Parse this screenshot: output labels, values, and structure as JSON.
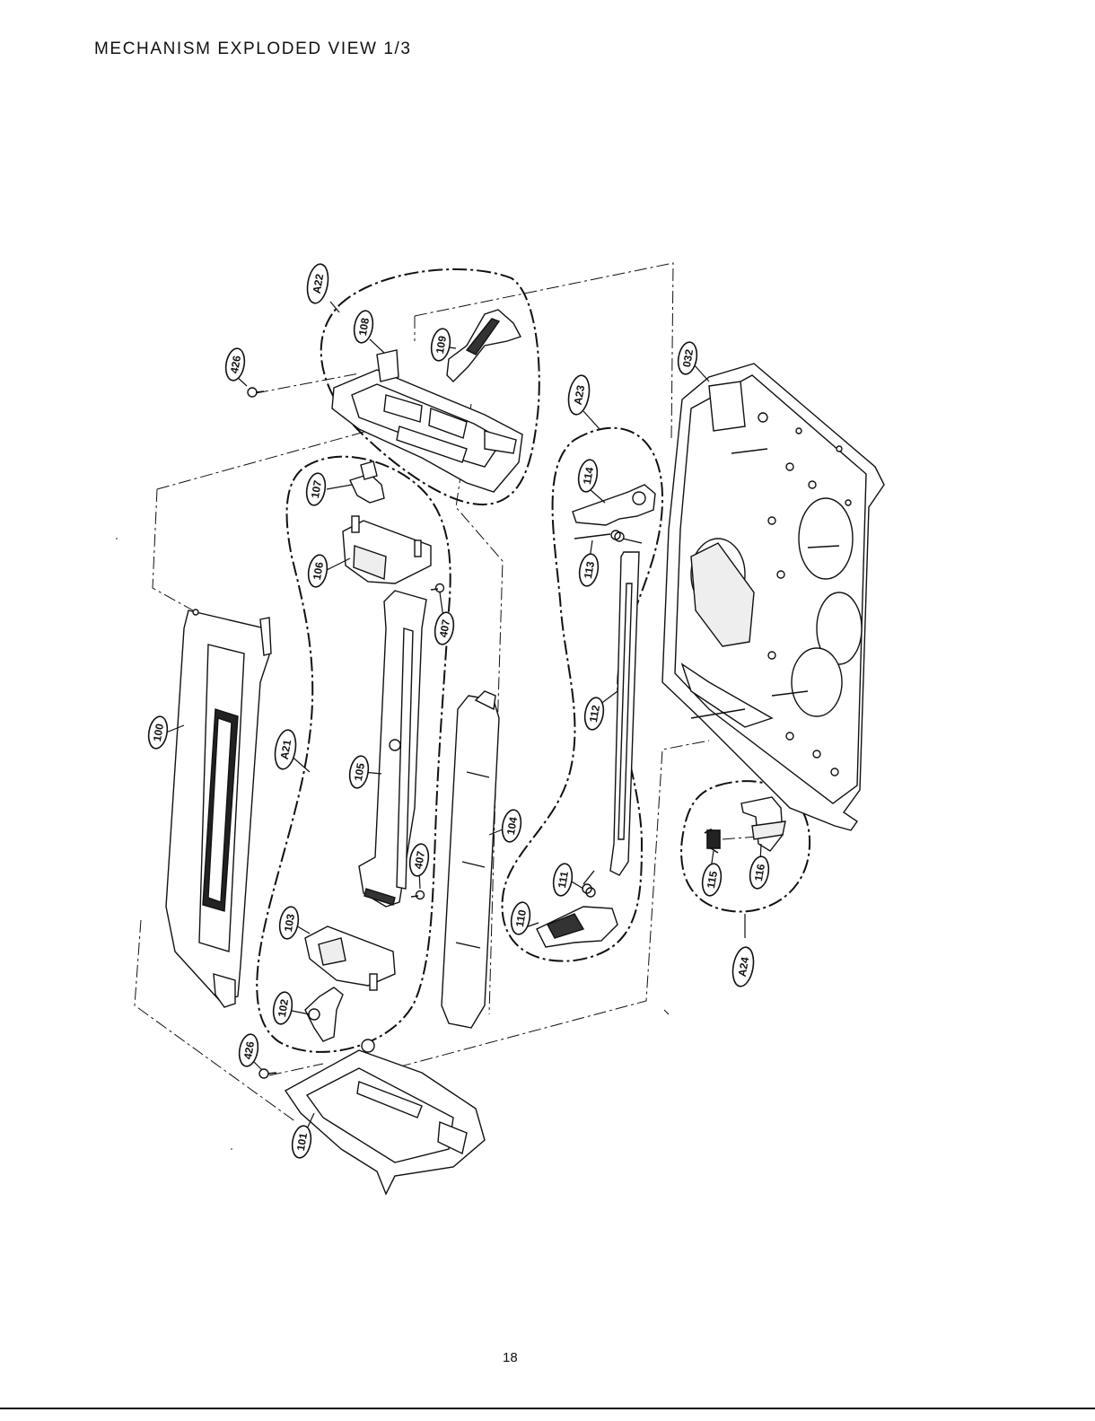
{
  "page": {
    "title": "MECHANISM EXPLODED VIEW 1/3",
    "page_number": "18"
  },
  "callouts": [
    {
      "id": "A22",
      "label": "A22"
    },
    {
      "id": "108",
      "label": "108"
    },
    {
      "id": "109",
      "label": "109"
    },
    {
      "id": "426a",
      "label": "426"
    },
    {
      "id": "032",
      "label": "032"
    },
    {
      "id": "A23",
      "label": "A23"
    },
    {
      "id": "114",
      "label": "114"
    },
    {
      "id": "113",
      "label": "113"
    },
    {
      "id": "107",
      "label": "107"
    },
    {
      "id": "106",
      "label": "106"
    },
    {
      "id": "407a",
      "label": "407"
    },
    {
      "id": "112",
      "label": "112"
    },
    {
      "id": "100",
      "label": "100"
    },
    {
      "id": "A21",
      "label": "A21"
    },
    {
      "id": "105",
      "label": "105"
    },
    {
      "id": "104",
      "label": "104"
    },
    {
      "id": "407b",
      "label": "407"
    },
    {
      "id": "111",
      "label": "111"
    },
    {
      "id": "110",
      "label": "110"
    },
    {
      "id": "115",
      "label": "115"
    },
    {
      "id": "116",
      "label": "116"
    },
    {
      "id": "A24",
      "label": "A24"
    },
    {
      "id": "103",
      "label": "103"
    },
    {
      "id": "102",
      "label": "102"
    },
    {
      "id": "426b",
      "label": "426"
    },
    {
      "id": "101",
      "label": "101"
    }
  ]
}
